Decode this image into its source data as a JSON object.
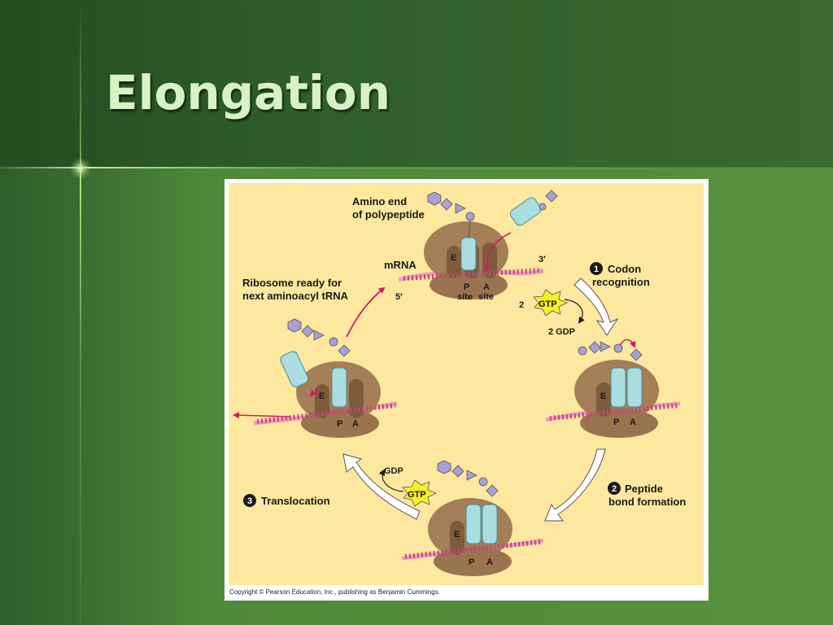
{
  "slide": {
    "title": "Elongation"
  },
  "figure": {
    "labels": {
      "amino_end_line1": "Amino end",
      "amino_end_line2": "of polypeptide",
      "mrna": "mRNA",
      "three_prime": "3′",
      "five_prime": "5′",
      "ribosome_ready_line1": "Ribosome ready for",
      "ribosome_ready_line2": "next aminoacyl tRNA",
      "site_e": "E",
      "site_p": "P",
      "site_a": "A",
      "site_word": "site",
      "two": "2",
      "gtp": "GTP",
      "gdp": "GDP",
      "two_gdp": "2 GDP"
    },
    "steps": [
      {
        "number": "1",
        "line1": "Codon",
        "line2": "recognition"
      },
      {
        "number": "2",
        "line1": "Peptide",
        "line2": "bond formation"
      },
      {
        "number": "3",
        "line1": "Translocation",
        "line2": ""
      }
    ],
    "copyright": "Copyright © Pearson Education, Inc., publishing as Benjamin Cummings.",
    "colors": {
      "panel": "#fde8a0",
      "ribosome": "#a47e57",
      "ribosome_dark": "#7d5c3c",
      "trna": "#a9dde0",
      "mrna_strand": "#e9a0ba",
      "codon_ticks": "#c8457d",
      "arrow_red": "#d21a5b",
      "amino_acid": "#a9a0d4",
      "gtp_burst": "#f7ee2a"
    },
    "icons": [
      "cycle-arrow-icon",
      "gtp-burst-icon",
      "curved-arrow-icon"
    ]
  }
}
